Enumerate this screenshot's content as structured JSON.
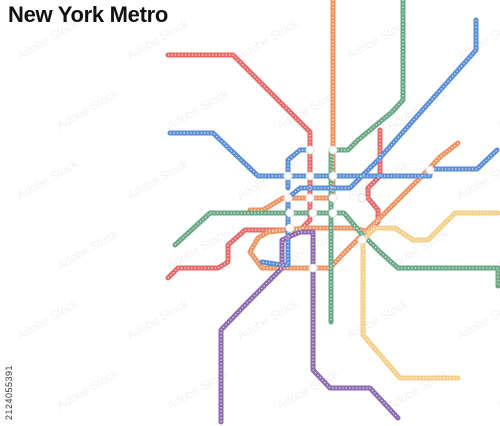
{
  "title": "New York Metro",
  "watermark_id": "2124055391",
  "stock_watermark": "Adobe Stock",
  "lines": [
    {
      "color": "#e66a6a"
    },
    {
      "color": "#ee9563"
    },
    {
      "color": "#6aa886"
    },
    {
      "color": "#5b8fd6"
    },
    {
      "color": "#8c6bb0"
    },
    {
      "color": "#f5d08a"
    }
  ]
}
